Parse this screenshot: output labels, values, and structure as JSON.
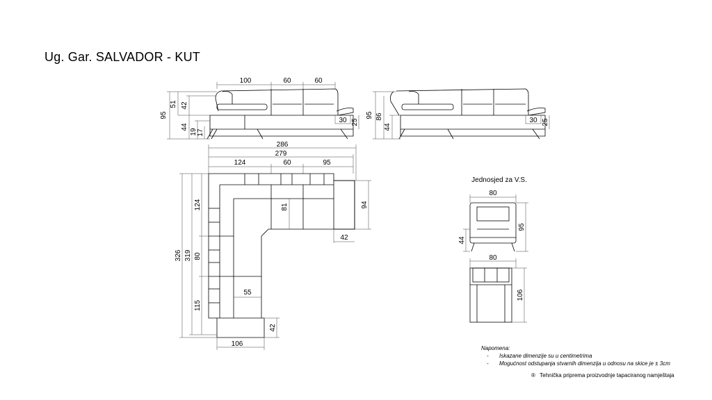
{
  "title": "Ug. Gar. SALVADOR - KUT",
  "front_view": {
    "top_dims": [
      "100",
      "60",
      "60"
    ],
    "left_dims": [
      "95",
      "51",
      "42",
      "44",
      "19",
      "17"
    ],
    "right_dims": [
      "30",
      "25"
    ]
  },
  "side_view": {
    "left_dims": [
      "95",
      "86",
      "44"
    ],
    "right_dims": [
      "30",
      "25"
    ]
  },
  "plan_view": {
    "top_dims": [
      "286",
      "279",
      "124",
      "60",
      "95"
    ],
    "left_dims": [
      "326",
      "319",
      "124",
      "80",
      "115"
    ],
    "inner_dims": [
      "81",
      "55"
    ],
    "right_dims": [
      "94",
      "42",
      "42"
    ],
    "bottom_dims": [
      "106"
    ]
  },
  "single_seat": {
    "title": "Jednosjed za V.S.",
    "front_width": "80",
    "front_height": "95",
    "front_seat": "44",
    "plan_width": "80",
    "plan_depth": "106"
  },
  "notes": {
    "heading": "Napomena:",
    "line1_bullet": "-",
    "line1": "Iskazane dimenzije su u centimetrima",
    "line2_bullet": "-",
    "line2": "Mogućnost odstupanja stvarnih dimenzija u odnosu na skice  je ± 3cm"
  },
  "footer": {
    "symbol": "®",
    "text": "Tehnička priprema proizvodnje tapaciranog namještaja"
  }
}
